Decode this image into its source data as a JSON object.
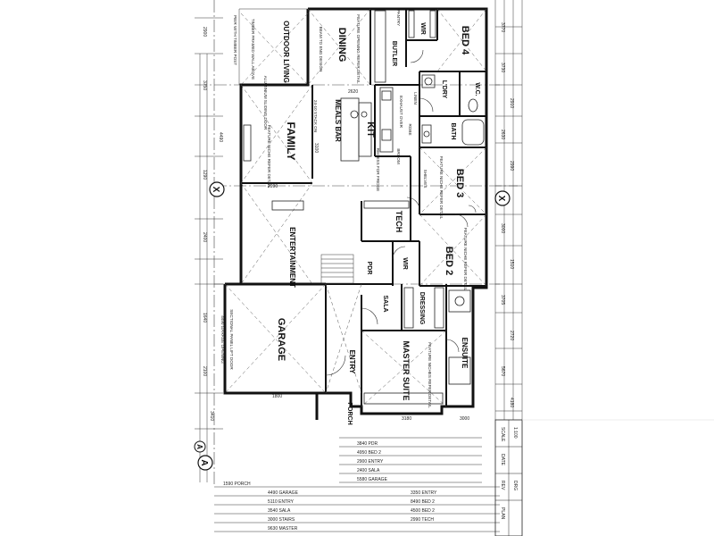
{
  "rooms": [
    {
      "id": "dining",
      "label": "DINING"
    },
    {
      "id": "bed4",
      "label": "BED 4"
    },
    {
      "id": "butler",
      "label": "BUTLER"
    },
    {
      "id": "wir_top",
      "label": "WIR"
    },
    {
      "id": "outdoor",
      "label": "OUTDOOR LIVING"
    },
    {
      "id": "meals_bar",
      "label": "MEALS BAR"
    },
    {
      "id": "kit",
      "label": "KIT"
    },
    {
      "id": "lndry",
      "label": "L'DRY"
    },
    {
      "id": "wc",
      "label": "W.C."
    },
    {
      "id": "bath",
      "label": "BATH"
    },
    {
      "id": "family",
      "label": "FAMILY"
    },
    {
      "id": "bed3",
      "label": "BED 3"
    },
    {
      "id": "tech",
      "label": "TECH"
    },
    {
      "id": "entertainment",
      "label": "ENTERTAINMENT"
    },
    {
      "id": "bed2",
      "label": "BED 2"
    },
    {
      "id": "wir_mid",
      "label": "WIR"
    },
    {
      "id": "pdr",
      "label": "PDR"
    },
    {
      "id": "sala",
      "label": "SALA"
    },
    {
      "id": "dressing",
      "label": "DRESSING"
    },
    {
      "id": "garage",
      "label": "GARAGE"
    },
    {
      "id": "entry",
      "label": "ENTRY"
    },
    {
      "id": "master",
      "label": "MASTER SUITE"
    },
    {
      "id": "ensuite",
      "label": "ENSUITE"
    },
    {
      "id": "porch",
      "label": "PORCH"
    }
  ],
  "notes": [
    "FEATURE NICHE REFER DETAIL",
    "FEATURE NICHE REFER DETAIL",
    "FEATURE NICHE REFER DETAIL",
    "FEATURE NICHES REFER DETAIL",
    "FEATURE OPENING REFER DETAIL",
    "SECTIONAL PANEL LIFT DOOR",
    "4490 GARAGE OPENING",
    "BEAM TO ENG DESIGN",
    "24-10 STACK ON",
    "TIMBER FRAMED WALL ABOVE",
    "EXHAUST OVER",
    "RECESS FOR FRIDGE",
    "ROBE",
    "LINEN",
    "PANTRY",
    "SHELVES",
    "BROOM",
    "PIER WITH TIMBER POST",
    "ALUMINIUM SLIDING DOOR"
  ],
  "dimensions": [
    "3770",
    "3730",
    "2910",
    "2630",
    "2990",
    "3000",
    "1510",
    "3705",
    "2720",
    "5670",
    "4180",
    "2900",
    "3750",
    "4490",
    "1290",
    "2400",
    "1640",
    "2100",
    "3410",
    "2990",
    "2620",
    "3100",
    "1800",
    "3180",
    "3000"
  ],
  "bottom_dims": [
    "1590 PORCH",
    "4490 GARAGE",
    "5110 ENTRY",
    "3540 SALA",
    "3000 STAIRS",
    "9630 MASTER",
    "3840 PDR",
    "4950 BED 2",
    "2900 ENTRY",
    "2400 SALA",
    "5580 GARAGE",
    "3350 ENTRY",
    "8490 BED 2",
    "4500 BED 2",
    "2990 TECH"
  ],
  "grid_markers": [
    {
      "id": "x_top",
      "label": "X"
    },
    {
      "id": "x_mid",
      "label": "X"
    },
    {
      "id": "a1",
      "label": "A"
    },
    {
      "id": "a2",
      "label": "A"
    }
  ],
  "title_block": [
    "SCALE",
    "1:100",
    "DATE",
    "REV",
    "DRG",
    "PLAN"
  ]
}
